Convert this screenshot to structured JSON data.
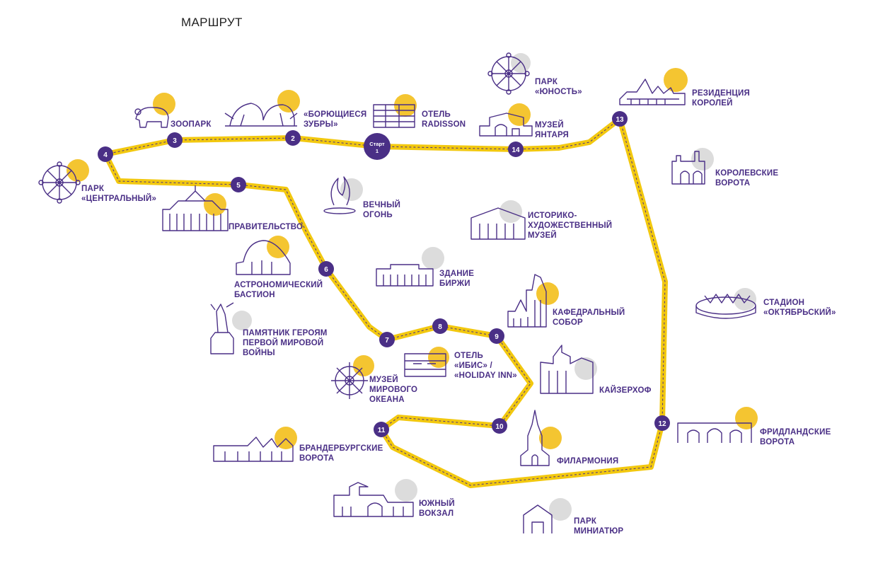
{
  "title": "МАРШРУТ",
  "colors": {
    "route": "#f2c80f",
    "route_dash": "#4a2f86",
    "marker": "#4a2f86",
    "label": "#4a2f86",
    "highlight_yellow": "#f4c531",
    "highlight_grey": "#dcdcdc"
  },
  "stops": [
    {
      "label": "Старт",
      "number": "1"
    },
    {
      "label": "2"
    },
    {
      "label": "3"
    },
    {
      "label": "4"
    },
    {
      "label": "5"
    },
    {
      "label": "6"
    },
    {
      "label": "7"
    },
    {
      "label": "8"
    },
    {
      "label": "9"
    },
    {
      "label": "10"
    },
    {
      "label": "11"
    },
    {
      "label": "12"
    },
    {
      "label": "13"
    },
    {
      "label": "14"
    }
  ],
  "places": {
    "zoo": [
      "ЗООПАРК"
    ],
    "bison": [
      "«БОРЮЩИЕСЯ",
      "ЗУБРЫ»"
    ],
    "radisson": [
      "ОТЕЛЬ",
      "RADISSON"
    ],
    "park_youth": [
      "ПАРК",
      "«ЮНОСТЬ»"
    ],
    "amber": [
      "МУЗЕЙ",
      "ЯНТАРЯ"
    ],
    "residence": [
      "РЕЗИДЕНЦИЯ",
      "КОРОЛЕЙ"
    ],
    "kings_gate": [
      "КОРОЛЕВСКИЕ",
      "ВОРОТА"
    ],
    "park_central": [
      "ПАРК",
      "«ЦЕНТРАЛЬНЫЙ»"
    ],
    "eternal_flame": [
      "ВЕЧНЫЙ",
      "ОГОНЬ"
    ],
    "government": [
      "ПРАВИТЕЛЬСТВО"
    ],
    "art_museum": [
      "ИСТОРИКО-",
      "ХУДОЖЕСТВЕННЫЙ",
      "МУЗЕЙ"
    ],
    "astro": [
      "АСТРОНОМИЧЕСКИЙ",
      "БАСТИОН"
    ],
    "exchange": [
      "ЗДАНИЕ",
      "БИРЖИ"
    ],
    "stadium": [
      "СТАДИОН",
      "«ОКТЯБРЬСКИЙ»"
    ],
    "cathedral": [
      "КАФЕДРАЛЬНЫЙ",
      "СОБОР"
    ],
    "monument": [
      "ПАМЯТНИК ГЕРОЯМ",
      "ПЕРВОЙ МИРОВОЙ",
      "ВОЙНЫ"
    ],
    "ibis": [
      "ОТЕЛЬ",
      "«ИБИС» /",
      "«HOLIDAY INN»"
    ],
    "ocean": [
      "МУЗЕЙ",
      "МИРОВОГО",
      "ОКЕАНА"
    ],
    "kaiserhof": [
      "КАЙЗЕРХОФ"
    ],
    "friedland": [
      "ФРИДЛАНДСКИЕ",
      "ВОРОТА"
    ],
    "brandenburg": [
      "БРАНДЕРБУРГСКИЕ",
      "ВОРОТА"
    ],
    "philharmonic": [
      "ФИЛАРМОНИЯ"
    ],
    "south_station": [
      "ЮЖНЫЙ",
      "ВОКЗАЛ"
    ],
    "park_miniature": [
      "ПАРК",
      "МИНИАТЮР"
    ]
  }
}
